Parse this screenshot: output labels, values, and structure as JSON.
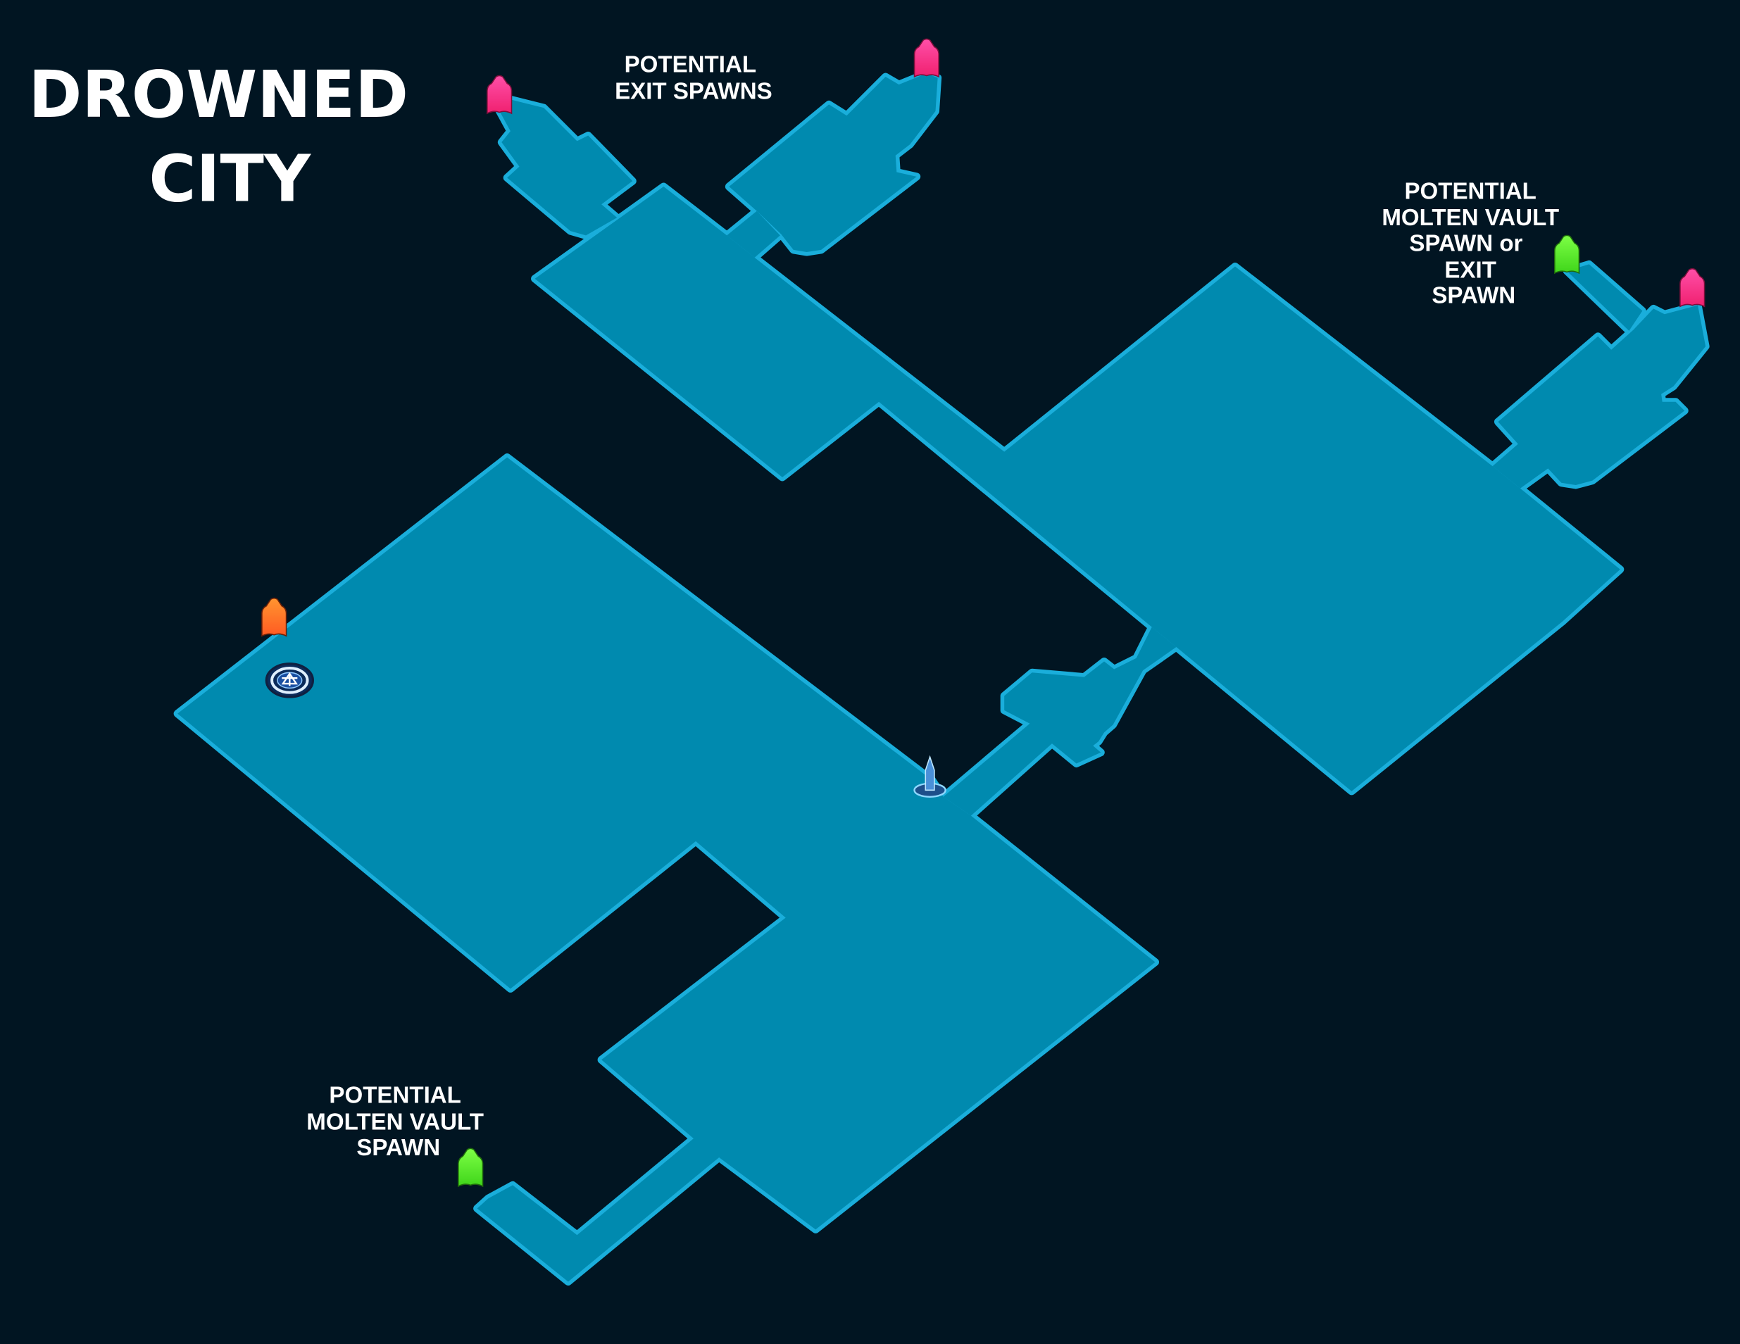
{
  "map": {
    "title_line1": "DROWNED",
    "title_line2": "CITY",
    "labels": {
      "exit_spawns": [
        "POTENTIAL",
        "EXIT SPAWNS"
      ],
      "vault_or_exit": [
        "POTENTIAL",
        "MOLTEN VAULT",
        "SPAWN or",
        "EXIT",
        "SPAWN"
      ],
      "vault": [
        "POTENTIAL",
        "MOLTEN VAULT",
        "SPAWN"
      ]
    },
    "markers": [
      {
        "type": "exit-spawn",
        "color": "#ff2f8f"
      },
      {
        "type": "exit-spawn",
        "color": "#ff2f8f"
      },
      {
        "type": "exit-spawn",
        "color": "#ff2f8f"
      },
      {
        "type": "molten-vault-spawn",
        "color": "#5cf22a"
      },
      {
        "type": "molten-vault-spawn",
        "color": "#5cf22a"
      },
      {
        "type": "player-start",
        "color": "#ff6a26"
      }
    ],
    "colors": {
      "background": "#011522",
      "floor": "#008aaf",
      "edge": "#1aaedb"
    }
  }
}
